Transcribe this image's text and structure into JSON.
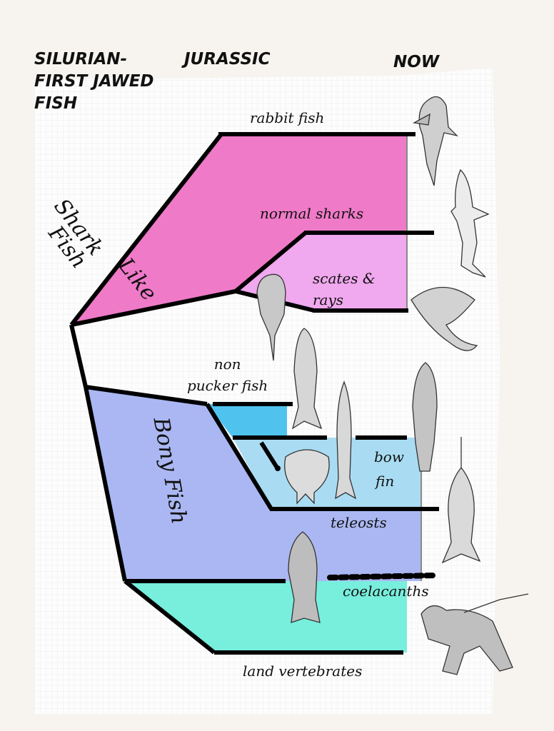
{
  "header": {
    "era_start": [
      "SILURIAN-",
      "FIRST JAWED",
      "FISH"
    ],
    "era_middle": "JURASSIC",
    "era_end": "NOW"
  },
  "group_labels": {
    "shark_word_1": "Shark",
    "shark_word_2": "Fish",
    "shark_word_3": "Like",
    "bony": "Bony Fish"
  },
  "branches": {
    "rabbit_fish": "rabbit fish",
    "normal_sharks": "normal sharks",
    "scates_rays": [
      "scates &",
      "rays"
    ],
    "non_pucker_fish": [
      "non",
      "pucker fish"
    ],
    "bow_fin": [
      "bow",
      "fin"
    ],
    "teleosts": "teleosts",
    "coelacanths": "coelacanths",
    "land_vertebrates": "land vertebrates"
  },
  "colors": {
    "shark_like": "#ef7ac8",
    "skates_rays": "#f0a8ee",
    "bony_fish": "#aab7f2",
    "non_pucker": "#4fc3ee",
    "bow_fin": "#a9dcf2",
    "lobe_fin": "#78eedd",
    "lines": "#000000"
  }
}
